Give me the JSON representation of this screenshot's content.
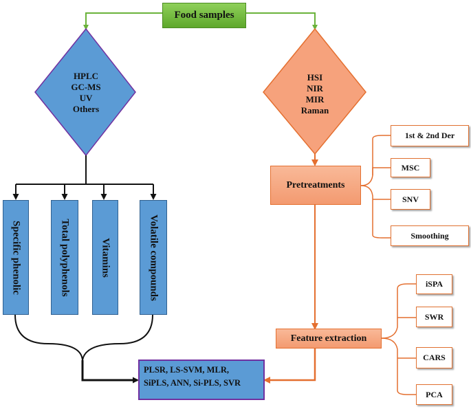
{
  "root": {
    "label": "Food samples"
  },
  "left_branch": {
    "methods": [
      "HPLC",
      "GC-MS",
      "UV",
      "Others"
    ],
    "targets": [
      "Specific phenolic",
      "Total polyphenols",
      "Vitamins",
      "Volatile compounds"
    ]
  },
  "right_branch": {
    "techniques": [
      "HSI",
      "NIR",
      "MIR",
      "Raman"
    ],
    "pretreatments": {
      "label": "Pretreatments",
      "first_der_sup": "st",
      "items": [
        "1st & 2nd Der",
        "MSC",
        "SNV",
        "Smoothing"
      ]
    },
    "feature_extraction": {
      "label": "Feature extraction",
      "items": [
        "iSPA",
        "SWR",
        "CARS",
        "PCA"
      ]
    }
  },
  "models": {
    "line1": "PLSR, LS-SVM, MLR,",
    "line2": "SiPLS, ANN, Si-PLS, SVR"
  },
  "colors": {
    "green": "#6ab23a",
    "orange_line": "#e46f2f",
    "blue": "#5b9bd5",
    "purple": "#7030a0"
  }
}
